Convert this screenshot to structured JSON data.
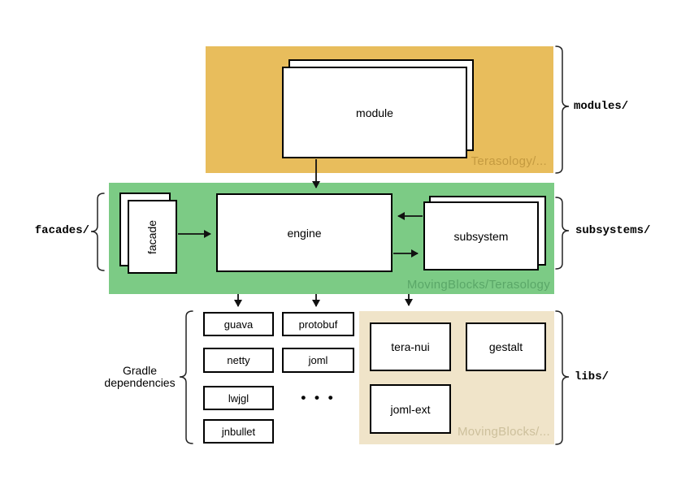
{
  "modules_region": {
    "background": "#e8bd5c",
    "watermark": "Terasology/...",
    "watermark_color": "#c49a40",
    "module_box": "module",
    "bracket_label": "modules/"
  },
  "core_region": {
    "background": "#7ccb85",
    "watermark": "MovingBlocks/Terasology",
    "watermark_color": "#5aa768",
    "facade_box": "facade",
    "engine_box": "engine",
    "subsystem_box": "subsystem",
    "facades_bracket_label": "facades/",
    "subsystems_bracket_label": "subsystems/"
  },
  "libs_region": {
    "background": "#f0e4c9",
    "watermark": "MovingBlocks/...",
    "watermark_color": "#cdc09c",
    "boxes": [
      "tera-nui",
      "gestalt",
      "joml-ext"
    ],
    "bracket_label": "libs/"
  },
  "gradle_dependencies": {
    "label": [
      "Gradle",
      "dependencies"
    ],
    "column1": [
      "guava",
      "netty",
      "lwjgl",
      "jnbullet"
    ],
    "column2": [
      "protobuf",
      "joml"
    ],
    "ellipsis": "• • •"
  },
  "edges": [
    "module -> engine",
    "facade -> engine",
    "subsystem -> engine",
    "engine -> subsystem",
    "engine -> guava",
    "engine -> protobuf",
    "engine -> libs"
  ],
  "line_color": "#111111"
}
